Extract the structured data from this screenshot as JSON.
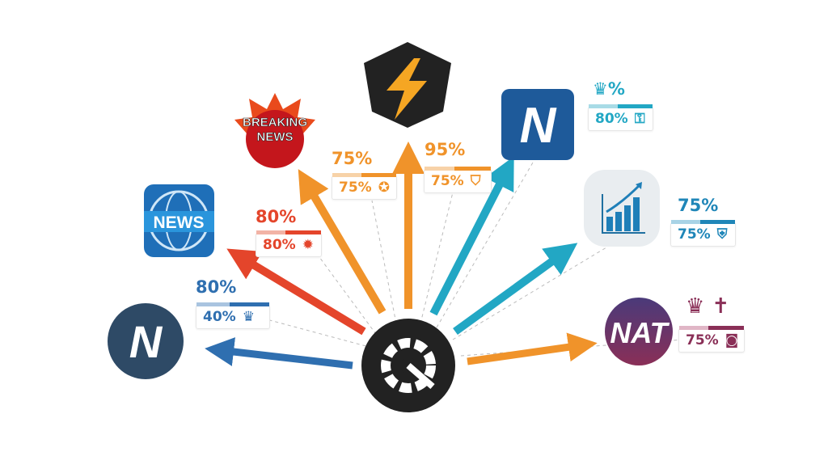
{
  "hub": {
    "icon": "gear-icon",
    "color": "#222222"
  },
  "branches": [
    {
      "id": "n-circle-left",
      "color": "#2f6fb0",
      "headline": "80%",
      "box_value": "40%",
      "box_icon": "crown-icon",
      "bar_fraction": 0.45,
      "icon_text": "N"
    },
    {
      "id": "news-globe",
      "color": "#e4452b",
      "headline": "80%",
      "box_value": "80%",
      "box_icon": "maple-leaf-icon",
      "bar_fraction": 0.45,
      "icon_text": "NEWS"
    },
    {
      "id": "breaking-news",
      "color": "#f0932a",
      "headline": "75%",
      "box_value": "75%",
      "box_icon": "badge-icon",
      "bar_fraction": 0.45,
      "icon_text": "BREAKING NEWS"
    },
    {
      "id": "lightning-shield",
      "color": "#f0932a",
      "headline": "95%",
      "box_value": "75%",
      "box_icon": "shield-icon",
      "bar_fraction": 0.45
    },
    {
      "id": "n-square",
      "color": "#22a7c4",
      "headline": "%",
      "headline_icon": "crown-icon",
      "box_value": "80%",
      "box_icon": "key-icon",
      "bar_fraction": 0.45,
      "icon_text": "N"
    },
    {
      "id": "growth-chart",
      "color": "#1f86b8",
      "headline": "75%",
      "box_value": "75%",
      "box_icon": "shield-check-icon",
      "bar_fraction": 0.45
    },
    {
      "id": "nat-circle",
      "color": "#8a2f57",
      "headline_icons": [
        "crown-icon",
        "cross-icon"
      ],
      "box_value": "75%",
      "box_icon": "camera-icon",
      "bar_fraction": 0.45,
      "icon_text": "NAT"
    }
  ]
}
